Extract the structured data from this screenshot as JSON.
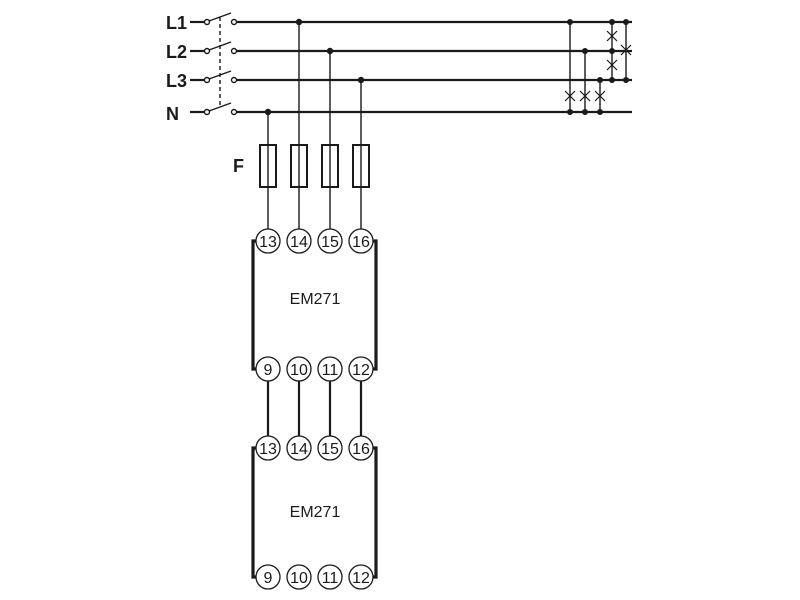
{
  "lines": [
    {
      "id": "L1",
      "label": "L1"
    },
    {
      "id": "L2",
      "label": "L2"
    },
    {
      "id": "L3",
      "label": "L3"
    },
    {
      "id": "N",
      "label": "N"
    }
  ],
  "fuse_label": "F",
  "devices": [
    {
      "name": "EM271",
      "top_terminals": [
        "13",
        "14",
        "15",
        "16"
      ],
      "bottom_terminals": [
        "9",
        "10",
        "11",
        "12"
      ]
    },
    {
      "name": "EM271",
      "top_terminals": [
        "13",
        "14",
        "15",
        "16"
      ],
      "bottom_terminals": [
        "9",
        "10",
        "11",
        "12"
      ]
    }
  ]
}
